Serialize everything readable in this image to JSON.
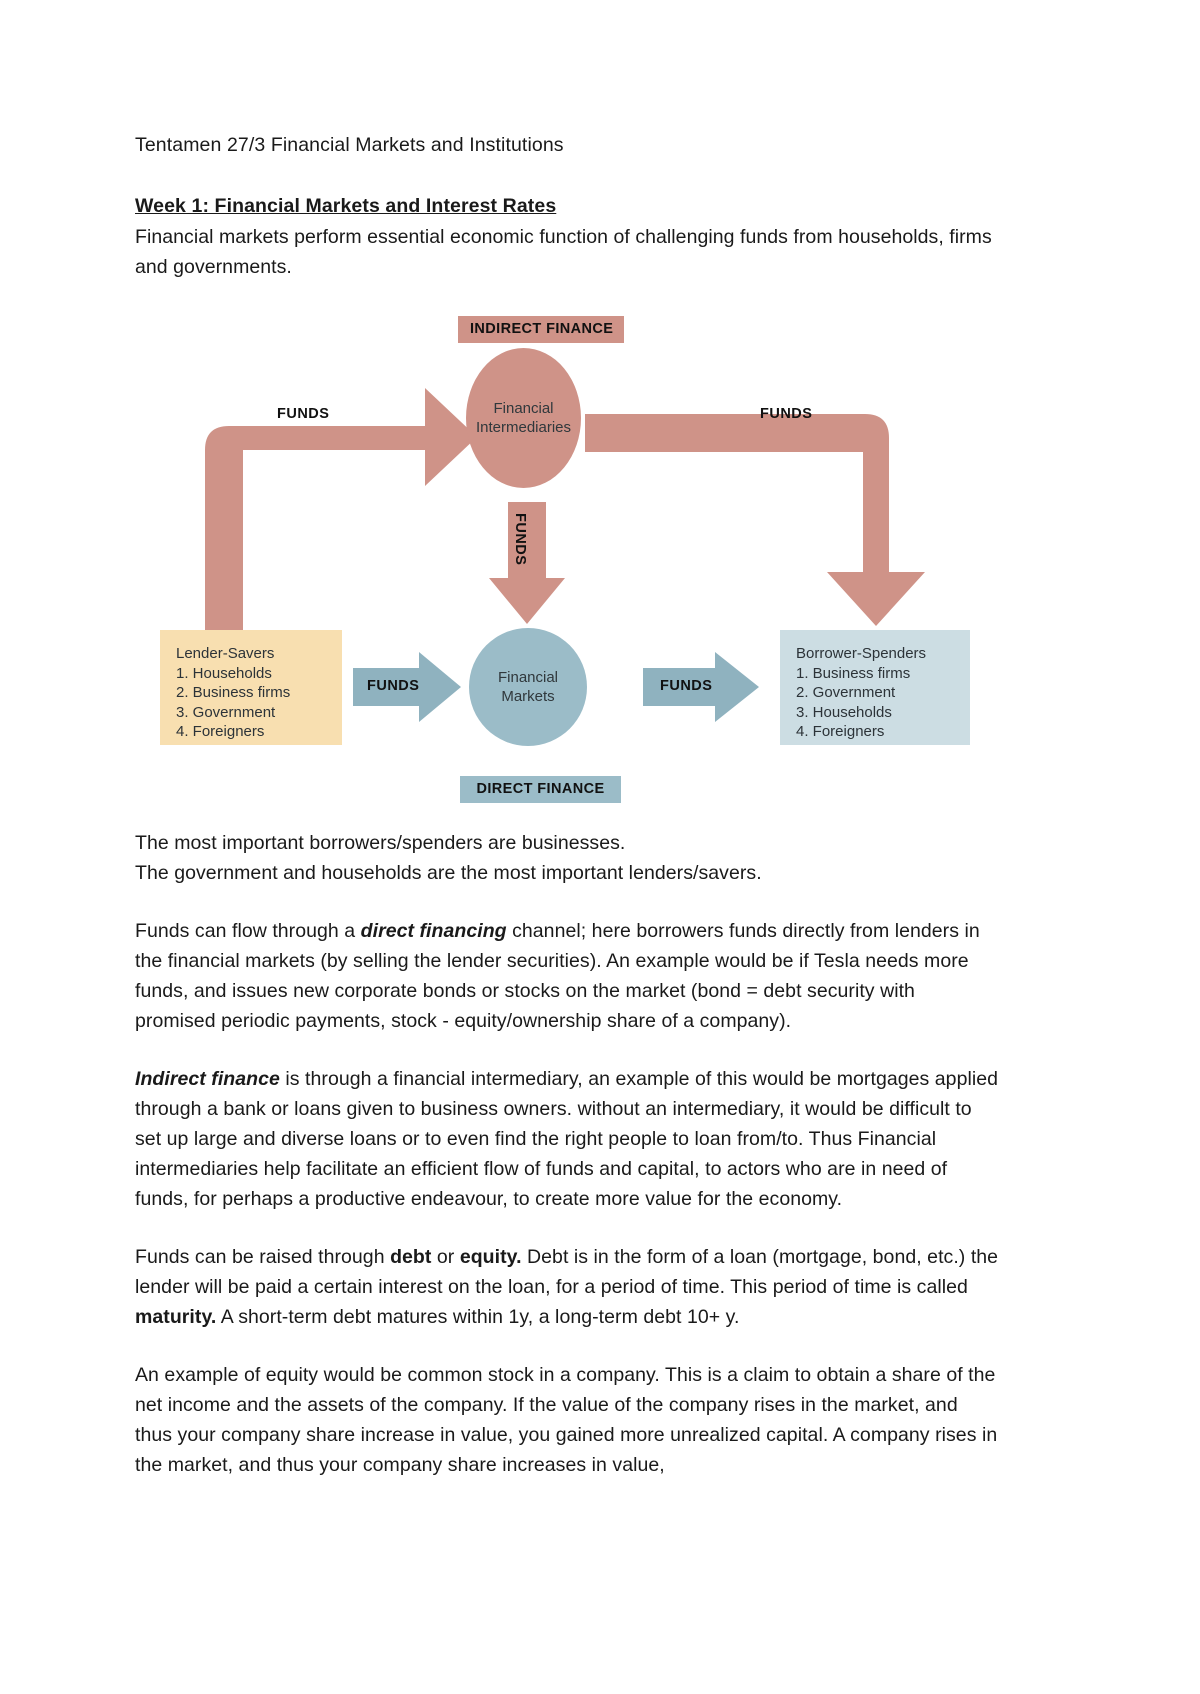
{
  "document": {
    "title": "Tentamen 27/3 Financial Markets and Institutions",
    "section_heading": "Week 1: Financial Markets and Interest Rates",
    "lead_paragraph": "Financial markets perform essential economic function of challenging funds from households, firms and governments.",
    "note_line_1": "The most important borrowers/spenders are businesses.",
    "note_line_2": "The government and households are the most important lenders/savers.",
    "para_direct_financing": {
      "pre": "Funds can flow through a ",
      "emphasis": "direct financing",
      "post": " channel; here borrowers funds directly from lenders in the financial markets (by selling the lender securities). An example would be if Tesla needs more funds, and issues new corporate bonds or stocks on the market (bond = debt security with promised periodic payments, stock - equity/ownership share of a company)."
    },
    "para_indirect_finance": {
      "emphasis": "Indirect finance",
      "post": " is through a financial intermediary, an example of this would be mortgages applied through a bank or loans given to business owners. without an intermediary, it would be difficult to set up large and diverse loans or to even find the right people to loan from/to. Thus Financial intermediaries help facilitate an efficient flow of funds and capital, to actors who are in need of funds, for perhaps a productive endeavour, to create more value for the economy."
    },
    "para_debt_equity": {
      "pre": "Funds can be raised through ",
      "emphasis_1": "debt",
      "mid_1": " or ",
      "emphasis_2": "equity.",
      "mid_2": " Debt is in the form of a loan (mortgage, bond, etc.) the lender will be paid a certain interest on the loan, for a period of time. This period of time is called ",
      "emphasis_3": "maturity.",
      "post": " A short-term debt matures within 1y, a long-term debt 10+ y."
    },
    "para_equity_example": "An example of equity would be common stock in a company. This is a claim to obtain a share of the net income and the assets of the company. If the value of the company rises in the market, and thus your company share increase in value, you gained more unrealized capital. A company rises in the market, and thus your company share increases in value,"
  },
  "diagram": {
    "indirect_finance_label": "INDIRECT FINANCE",
    "direct_finance_label": "DIRECT FINANCE",
    "financial_intermediaries": {
      "line1": "Financial",
      "line2": "Intermediaries"
    },
    "financial_markets": {
      "line1": "Financial",
      "line2": "Markets"
    },
    "lender_savers": {
      "heading": "Lender-Savers",
      "items": [
        "1. Households",
        "2. Business firms",
        "3. Government",
        "4. Foreigners"
      ]
    },
    "borrower_spenders": {
      "heading": "Borrower-Spenders",
      "items": [
        "1. Business firms",
        "2. Government",
        "3. Households",
        "4. Foreigners"
      ]
    },
    "funds_label": "FUNDS",
    "colors": {
      "indirect_accent": "#cf9388",
      "direct_accent": "#9bbcc8",
      "lender_box": "#f8dfb0",
      "borrower_box": "#ccdde3"
    }
  }
}
